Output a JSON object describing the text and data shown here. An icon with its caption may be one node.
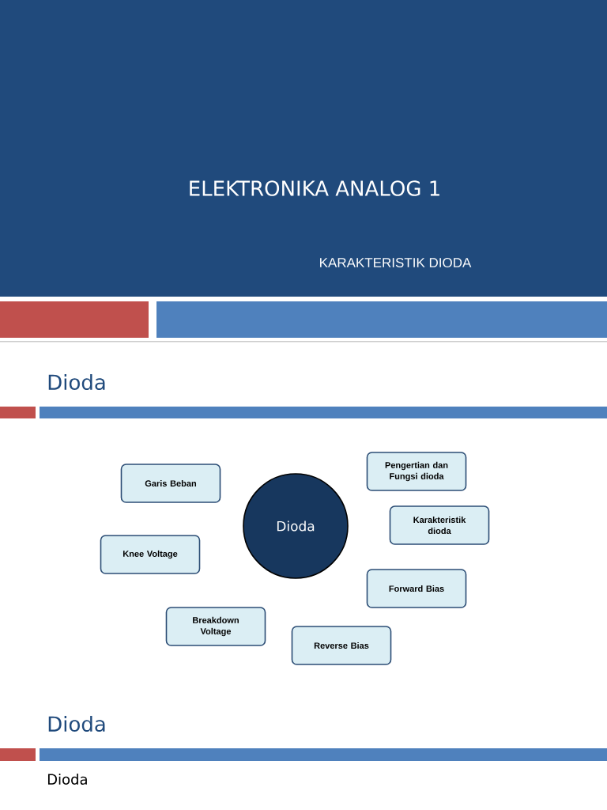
{
  "diagram": {
    "title": "ELEKTRONIKA ANALOG 1",
    "nodes": [
      {
        "text": [
          "Pengertian dan Fungsi dioda"
        ]
      },
      {
        "text": [
          "Garis Beban"
        ]
      },
      {
        "text": [
          "Dioda"
        ]
      },
      {
        "text": [
          "Karakteristik dioda"
        ]
      },
      {
        "text": [
          "Knee Voltage"
        ]
      },
      {
        "text": [
          "Forward Bias"
        ]
      },
      {
        "text": [
          "Breakdown Voltage"
        ]
      },
      {
        "text": [
          "Reverse Bias"
        ]
      }
    ],
    "labels": [
      "KARAKTERISTIK DIODA",
      "Dioda",
      "Dioda",
      "Dioda"
    ]
  }
}
